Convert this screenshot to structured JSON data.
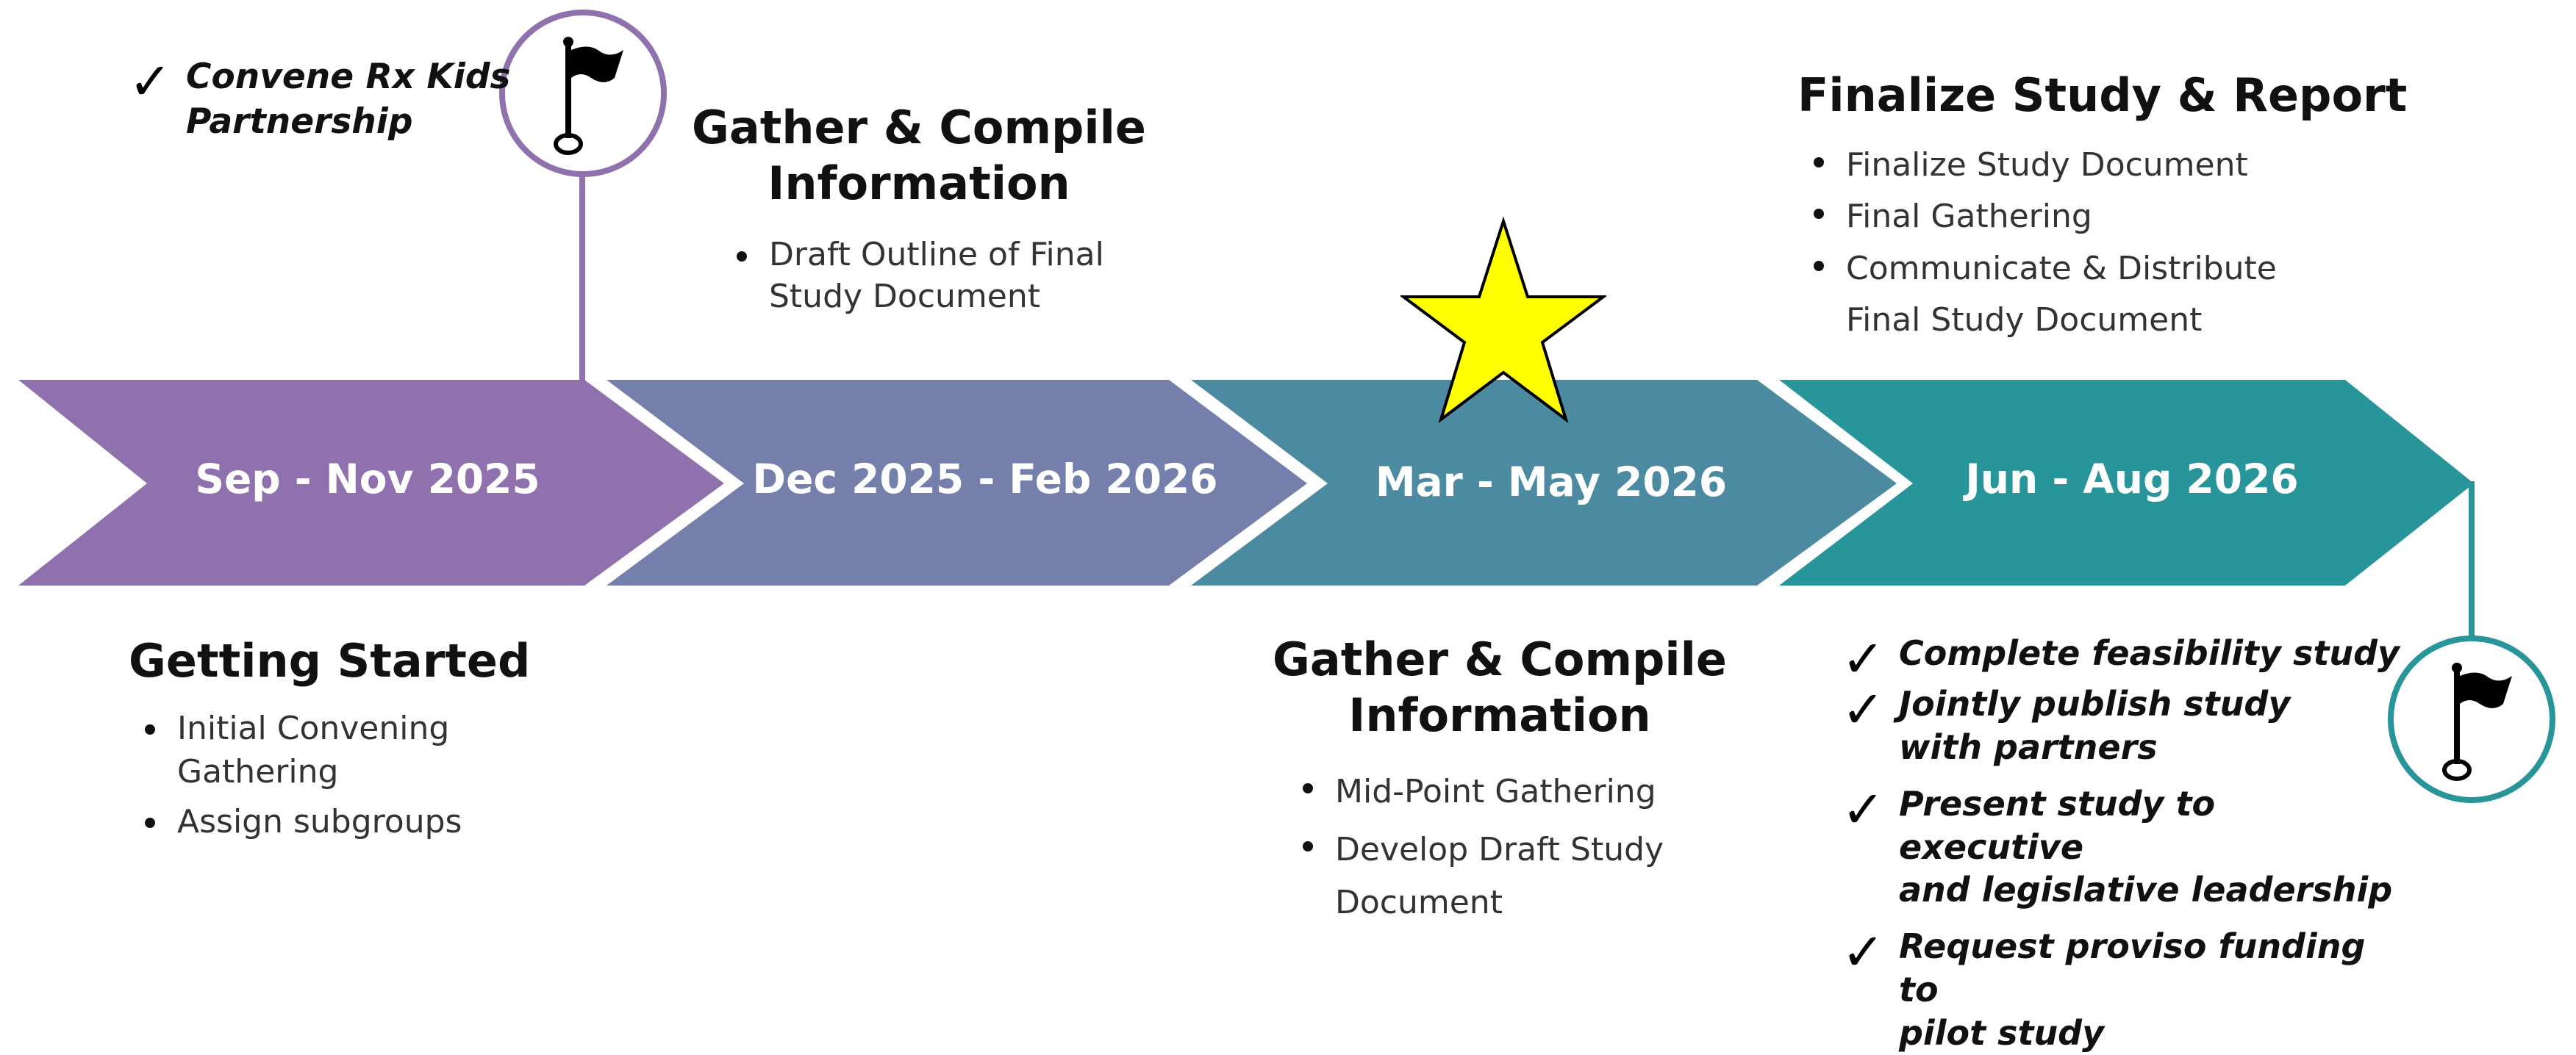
{
  "colors": {
    "phase1": "#8f72ad",
    "phase2": "#7480ab",
    "phase3": "#4b8aa0",
    "phase4": "#279599",
    "star": "#ffff00",
    "flag_ring_purple": "#8f72ad",
    "flag_ring_teal": "#279599"
  },
  "phases": [
    {
      "label": "Sep - Nov 2025"
    },
    {
      "label": "Dec 2025 - Feb 2026"
    },
    {
      "label": "Mar - May 2026"
    },
    {
      "label": "Jun - Aug 2026"
    }
  ],
  "milestone_start": {
    "icon": "flag-icon",
    "items": [
      "Convene Rx Kids\nPartnership"
    ]
  },
  "getting_started": {
    "title": "Getting Started",
    "items": [
      "Initial Convening\nGathering",
      "Assign subgroups"
    ]
  },
  "gather_top": {
    "title": "Gather & Compile\nInformation",
    "items": [
      "Draft Outline of Final\nStudy Document"
    ]
  },
  "gather_bottom": {
    "title": "Gather & Compile\nInformation",
    "items": [
      "Mid-Point Gathering",
      "Develop Draft Study\nDocument"
    ]
  },
  "finalize": {
    "title": "Finalize Study & Report",
    "items": [
      "Finalize Study Document",
      "Final Gathering",
      "Communicate & Distribute\nFinal Study Document"
    ]
  },
  "milestone_end": {
    "icon": "flag-icon",
    "items": [
      "Complete feasibility study",
      "Jointly publish study\nwith partners",
      "Present study to executive\nand legislative leadership",
      "Request proviso funding to\npilot study"
    ]
  },
  "highlight": {
    "icon": "star-icon"
  }
}
